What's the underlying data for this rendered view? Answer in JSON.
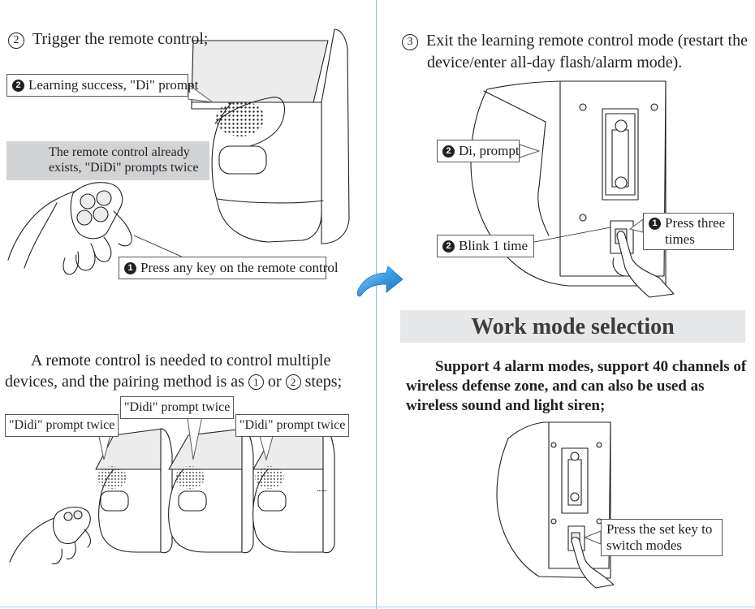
{
  "left": {
    "step2": {
      "number": "2",
      "title": "Trigger the remote control;"
    },
    "callout_learning_num": "2",
    "callout_learning": "Learning success, \"Di\" prompt",
    "warning_line1": "The remote control already",
    "warning_line2": "exists, \"DiDi\" prompts twice",
    "callout_press_num": "1",
    "callout_press": "Press any key on the remote control",
    "note_part1": "A remote control is needed to control multiple devices, and the pairing method is as ",
    "note_circ1": "1",
    "note_or": " or ",
    "note_circ2": "2",
    "note_part2": " steps;",
    "didi_1": "\"Didi\" prompt twice",
    "didi_2": "\"Didi\" prompt twice",
    "didi_3": "\"Didi\" prompt twice",
    "ellipsis": "......"
  },
  "right": {
    "step3": {
      "number": "3",
      "title": "Exit the learning remote control mode (restart the",
      "title_line2": "device/enter all-day flash/alarm mode)."
    },
    "callout_di_num": "2",
    "callout_di": "Di, prompt",
    "callout_blink_num": "2",
    "callout_blink": "Blink 1 time",
    "callout_press_num": "1",
    "callout_press_line1": "Press three",
    "callout_press_line2": "times",
    "section_title": "Work mode selection",
    "support_text": "Support 4 alarm modes, support 40 channels of wireless defense zone, and can also be used as wireless sound and light siren;",
    "callout_setkey_line1": "Press the set key to",
    "callout_setkey_line2": "switch modes"
  },
  "colors": {
    "divider": "#7fc3e8",
    "arrow": "#2f8fd8",
    "banner": "#e6e7e8",
    "warning_bg": "#d1d3d4"
  }
}
